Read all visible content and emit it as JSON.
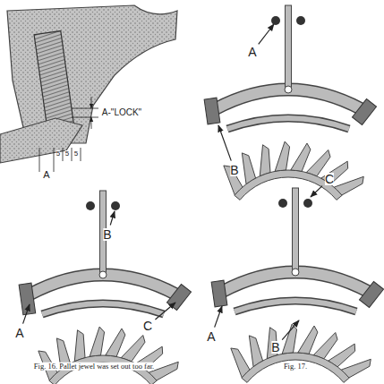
{
  "diagram": {
    "labels": [
      "A-\"LOCK\"",
      "5",
      "5",
      "5",
      "A",
      "A",
      "B",
      "B",
      "A",
      "C",
      "C",
      "A",
      "B",
      "Fig. 16. Pallet jewel was set out too far.",
      "Fig. 17."
    ]
  }
}
